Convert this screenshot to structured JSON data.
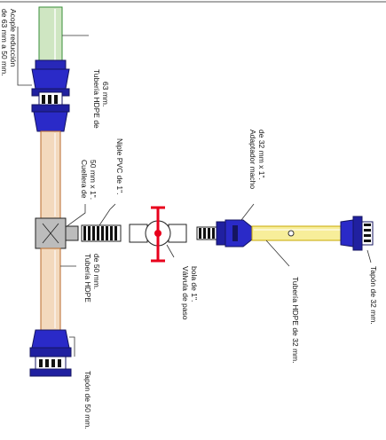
{
  "labels": {
    "acople_l1": "Acople reducción",
    "acople_l2": "de 63 mm a 50 mm.",
    "hdpe63_l1": "Tubería HDPE de",
    "hdpe63_l2": "63 mm.",
    "cuellera_l1": "Cuellera de",
    "cuellera_l2": "50 mm x 1\".",
    "niple": "Niple PVC de 1\".",
    "hdpe50_l1": "Tubería HDPE",
    "hdpe50_l2": "de 50 mm.",
    "tapon50": "Tapón de 50 mm.",
    "valvula_l1": "Válvula de paso",
    "valvula_l2": "bola de 1\".",
    "adaptador_l1": "Adaptador macho",
    "adaptador_l2": "de 32 mm x 1\".",
    "hdpe32": "Tubería HDPE de 32 mm.",
    "tapon32": "Tapón de 32 mm."
  },
  "colors": {
    "pipe_63": "#cfe6c2",
    "pipe_63_edge": "#3a8f3a",
    "pipe_50": "#f3d9bd",
    "pipe_50_edge": "#b86a2c",
    "pipe_32": "#f7ee9a",
    "pipe_32_edge": "#c9a800",
    "fitting_blue": "#2828b8",
    "fitting_dark": "#151560",
    "valve_red": "#e8001c",
    "tee_grey": "#bcbcbc"
  }
}
